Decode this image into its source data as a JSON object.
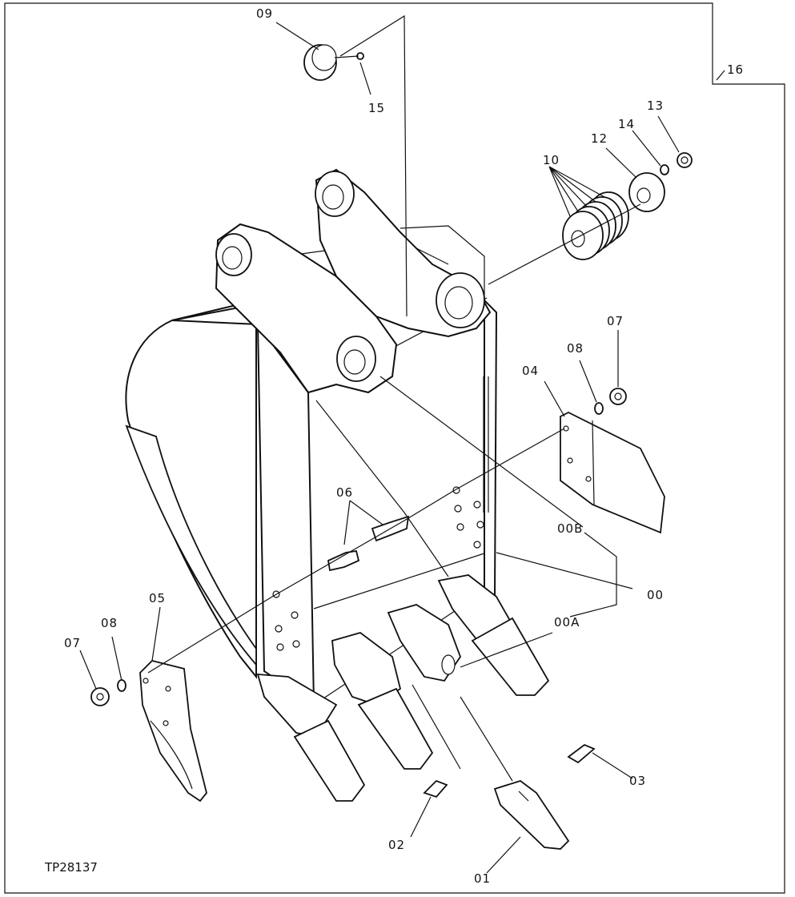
{
  "figure_ref": "TP28137",
  "callouts": [
    {
      "id": "00"
    },
    {
      "id": "00A"
    },
    {
      "id": "00B"
    },
    {
      "id": "01"
    },
    {
      "id": "02"
    },
    {
      "id": "03"
    },
    {
      "id": "04"
    },
    {
      "id": "05"
    },
    {
      "id": "06"
    },
    {
      "id": "07a"
    },
    {
      "id": "07b"
    },
    {
      "id": "08a"
    },
    {
      "id": "08b"
    },
    {
      "id": "09"
    },
    {
      "id": "10"
    },
    {
      "id": "12"
    },
    {
      "id": "13"
    },
    {
      "id": "14"
    },
    {
      "id": "15"
    },
    {
      "id": "16"
    }
  ],
  "labels": {
    "l00": "00",
    "l00A": "00A",
    "l00B": "00B",
    "l01": "01",
    "l02": "02",
    "l03": "03",
    "l04": "04",
    "l05": "05",
    "l06": "06",
    "l07a": "07",
    "l07b": "07",
    "l08a": "08",
    "l08b": "08",
    "l09": "09",
    "l10": "10",
    "l12": "12",
    "l13": "13",
    "l14": "14",
    "l15": "15",
    "l16": "16"
  }
}
